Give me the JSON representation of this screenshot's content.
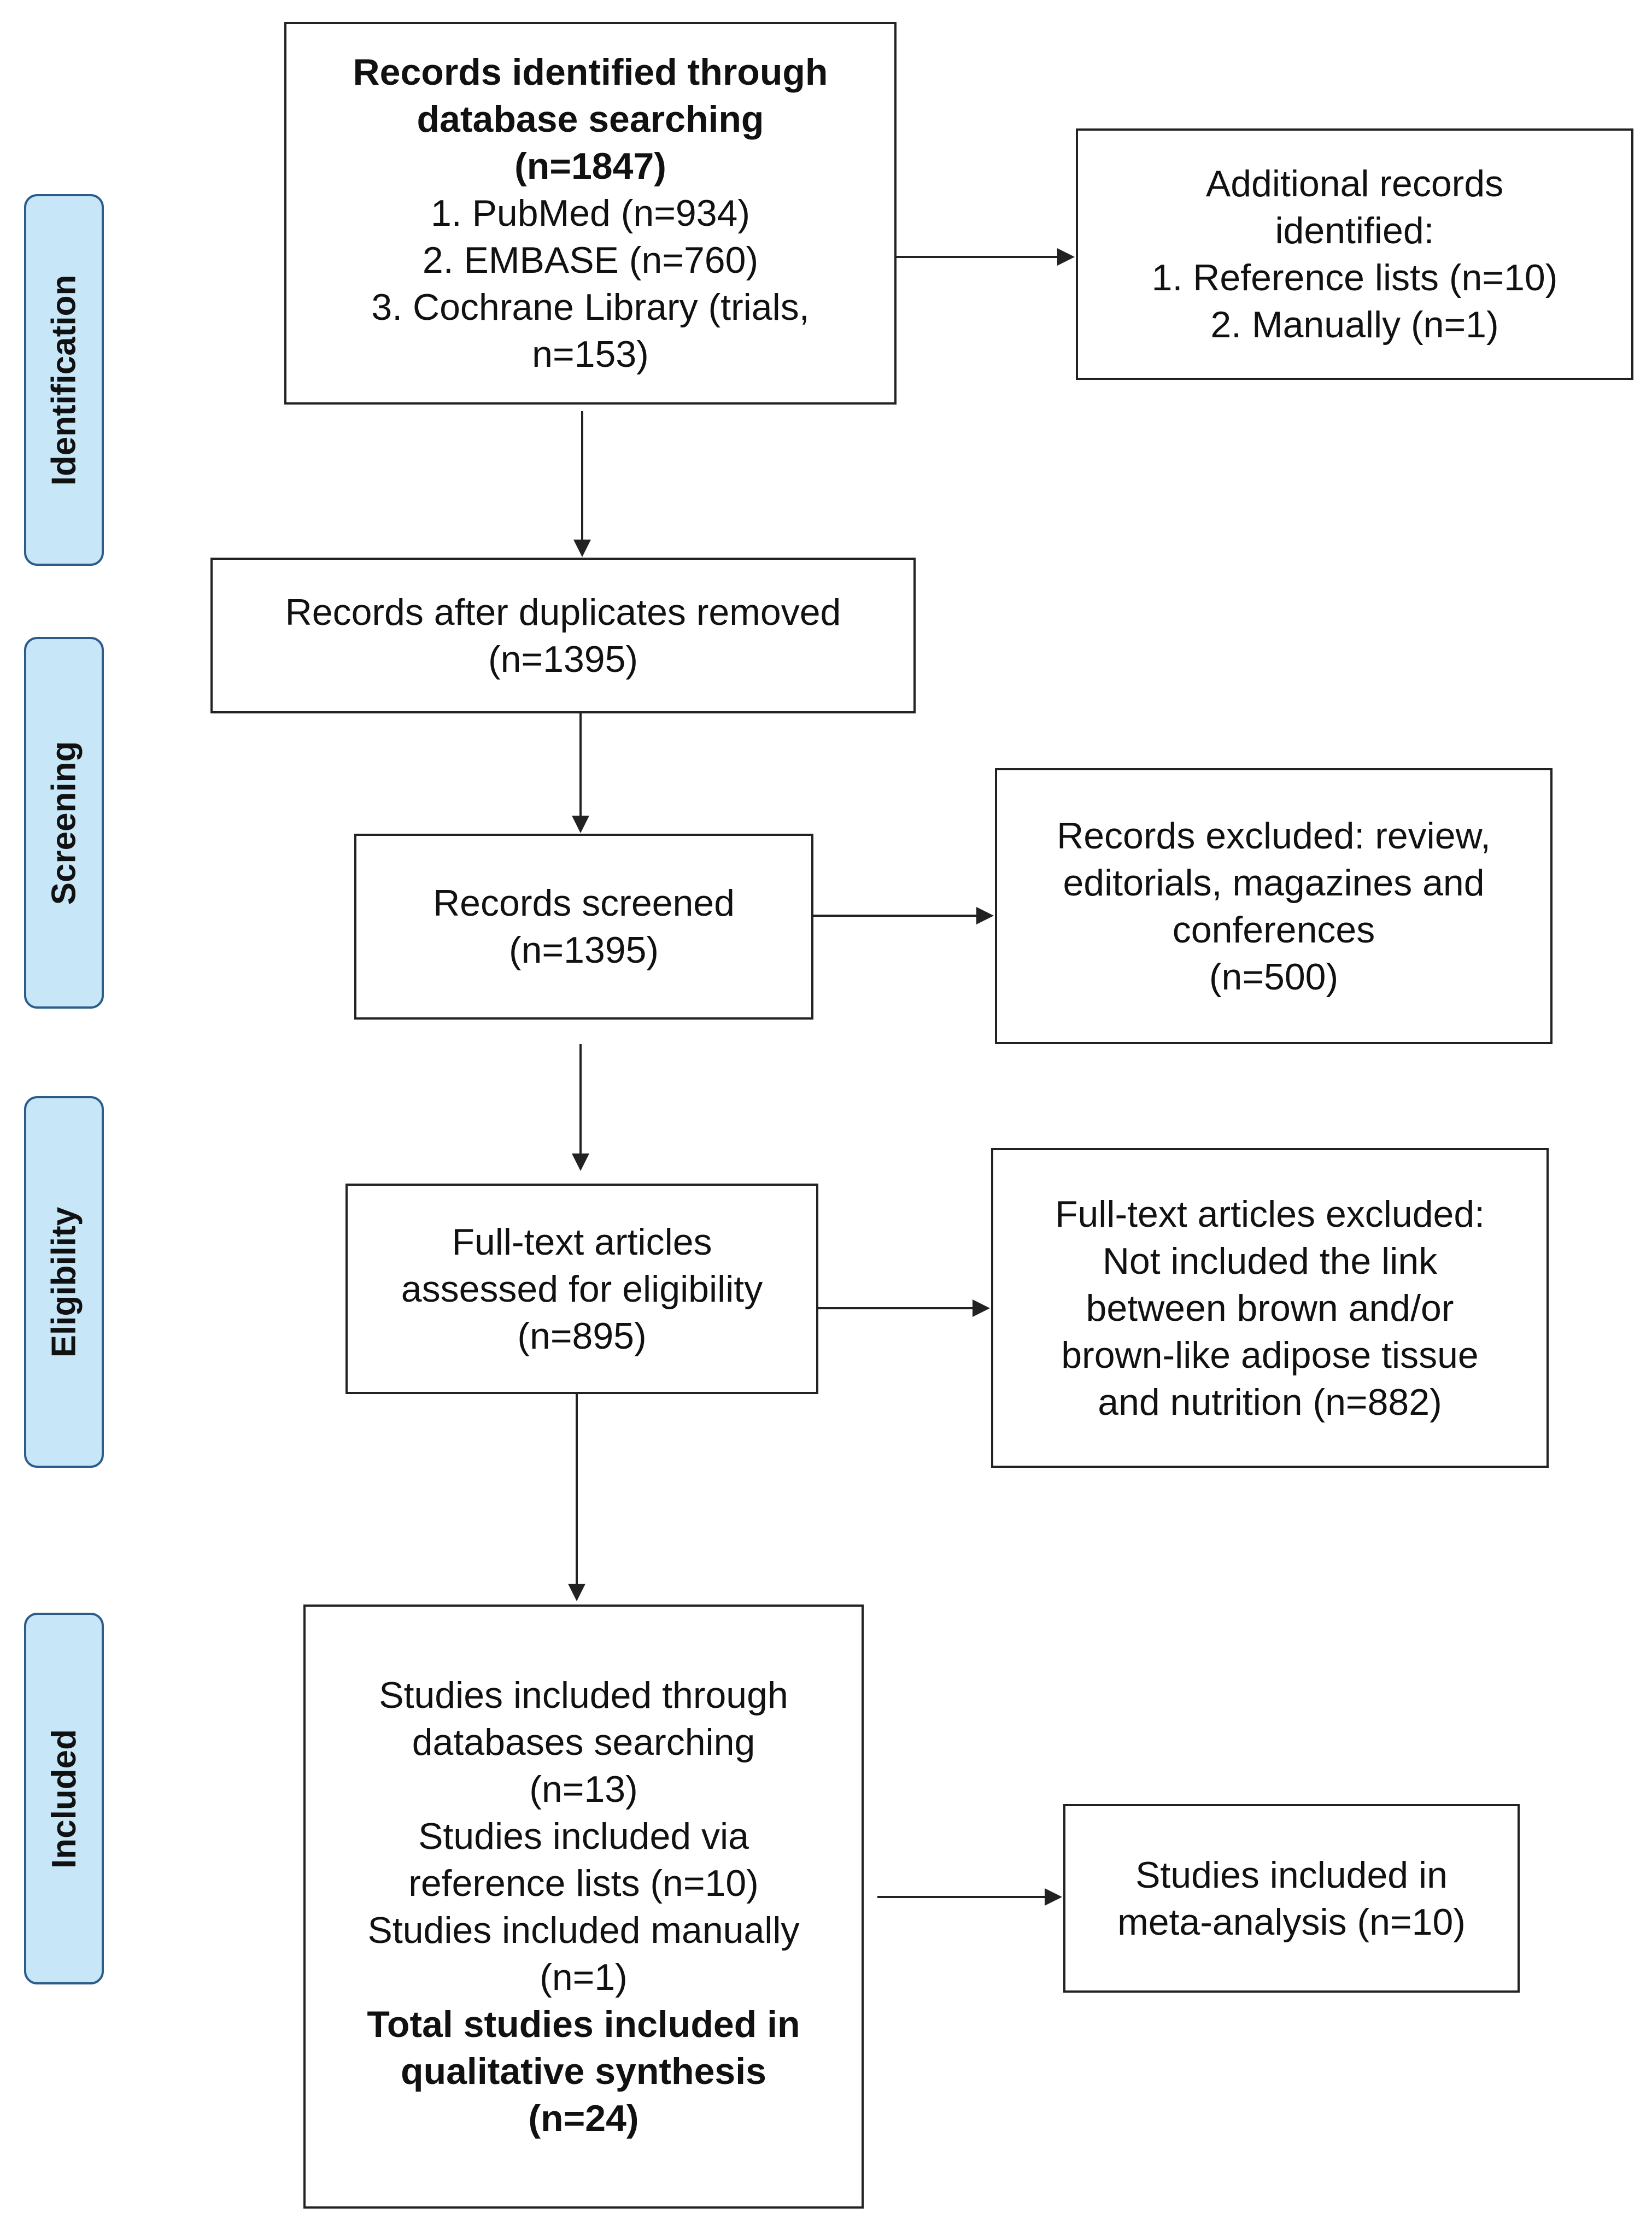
{
  "phases": [
    "Identification",
    "Screening",
    "Eligibility",
    "Included"
  ],
  "boxes": {
    "identified": {
      "bold": [
        "Records identified through",
        "database searching",
        "(n=1847)"
      ],
      "lines": [
        "1. PubMed (n=934)",
        "2. EMBASE (n=760)",
        "3. Cochrane Library (trials,",
        "n=153)"
      ]
    },
    "additional": {
      "lines": [
        "Additional records",
        "identified:",
        "1. Reference lists (n=10)",
        "2. Manually (n=1)"
      ]
    },
    "deduplicated": {
      "lines": [
        "Records after duplicates removed",
        "(n=1395)"
      ]
    },
    "screened": {
      "lines": [
        "Records screened",
        "(n=1395)"
      ]
    },
    "excluded_records": {
      "lines": [
        "Records excluded: review,",
        "editorials, magazines and",
        "conferences",
        "(n=500)"
      ]
    },
    "fulltext": {
      "lines": [
        "Full-text articles",
        "assessed for eligibility",
        "(n=895)"
      ]
    },
    "excluded_fulltext": {
      "lines": [
        "Full-text articles excluded:",
        "Not included the link",
        "between brown and/or",
        "brown-like adipose tissue",
        "and nutrition (n=882)"
      ]
    },
    "included": {
      "lines": [
        "Studies included through",
        "databases searching",
        "(n=13)",
        "Studies included via",
        "reference lists (n=10)",
        "Studies included manually",
        "(n=1)"
      ],
      "bold": [
        "Total studies included in",
        "qualitative synthesis",
        "(n=24)"
      ]
    },
    "meta": {
      "lines": [
        "Studies included in",
        "meta-analysis (n=10)"
      ]
    }
  }
}
